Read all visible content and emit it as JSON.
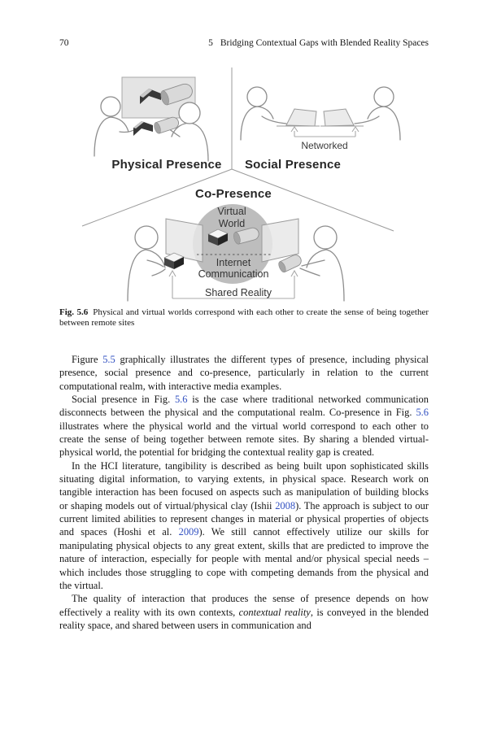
{
  "colors": {
    "link": "#3150c1",
    "line": "#9b9b9b",
    "circle_fill": "#bdbdbd",
    "panel_fill": "#e7e7e7",
    "screen_fill": "#e4e4e4",
    "ink": "#161616"
  },
  "header": {
    "page_number": "70",
    "chapter_number": "5",
    "running_title": "Bridging Contextual Gaps with Blended Reality Spaces"
  },
  "figure": {
    "physical_label": "Physical Presence",
    "social_label": "Social Presence",
    "co_label": "Co-Presence",
    "networked_label": "Networked",
    "virtual_line1": "Virtual",
    "virtual_line2": "World",
    "internet_line1": "Internet",
    "internet_line2": "Communication",
    "shared_label": "Shared Reality"
  },
  "caption": {
    "label": "Fig. 5.6",
    "text": "Physical and virtual worlds correspond with each other to create the sense of being together between remote sites"
  },
  "body": {
    "paragraphs": [
      {
        "segments": [
          {
            "t": "Figure "
          },
          {
            "t": "5.5",
            "c": "link"
          },
          {
            "t": " graphically illustrates the different types of presence, including physical presence, social presence and co-presence, particularly in relation to the current computational realm, with interactive media examples."
          }
        ]
      },
      {
        "segments": [
          {
            "t": "Social presence in Fig. "
          },
          {
            "t": "5.6",
            "c": "link"
          },
          {
            "t": " is the case where traditional networked communication disconnects between the physical and the computational realm. Co-presence in Fig. "
          },
          {
            "t": "5.6",
            "c": "link"
          },
          {
            "t": " illustrates where the physical world and the virtual world correspond to each other to create the sense of being together between remote sites. By sharing a blended virtual-physical world, the potential for bridging the contextual reality gap is created."
          }
        ]
      },
      {
        "segments": [
          {
            "t": "In the HCI literature, tangibility is described as being built upon sophisticated skills situating digital information, to varying extents, in physical space. Research work on tangible interaction has been focused on aspects such as manipulation of building blocks or shaping models out of virtual/physical clay (Ishii "
          },
          {
            "t": "2008",
            "c": "link"
          },
          {
            "t": "). The approach is subject to our current limited abilities to represent changes in material or physical properties of objects and spaces (Hoshi et al. "
          },
          {
            "t": "2009",
            "c": "link"
          },
          {
            "t": "). We still cannot effectively utilize our skills for manipulating physical objects to any great extent, skills that are predicted to improve the nature of interaction, especially for people with mental and/or physical special needs – which includes those struggling to cope with competing demands from the physical and the virtual."
          }
        ]
      },
      {
        "segments": [
          {
            "t": "The quality of interaction that produces the sense of presence depends on how effectively a reality with its own contexts, "
          },
          {
            "t": "contextual reality",
            "c": "it"
          },
          {
            "t": ", is conveyed in the blended reality space, and shared between users in communication and"
          }
        ]
      }
    ]
  }
}
